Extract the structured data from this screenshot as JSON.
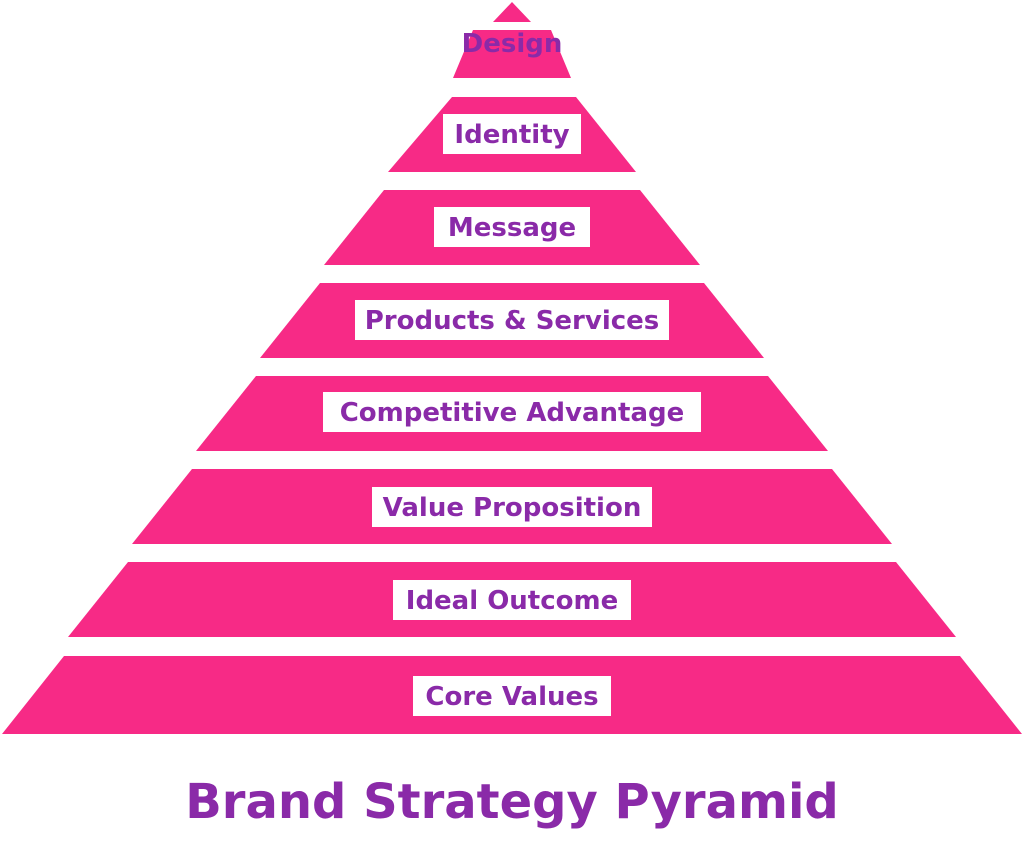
{
  "colors": {
    "tier_fill": "#f72a86",
    "label_box": "#ffffff",
    "label_text": "#8a2aa8",
    "title_text": "#8a2aa8",
    "background": "#ffffff"
  },
  "pyramid": {
    "tiers": [
      {
        "label": "Design"
      },
      {
        "label": "Identity"
      },
      {
        "label": "Message"
      },
      {
        "label": "Products & Services"
      },
      {
        "label": "Competitive Advantage"
      },
      {
        "label": "Value Proposition"
      },
      {
        "label": "Ideal Outcome"
      },
      {
        "label": "Core Values"
      }
    ]
  },
  "title": "Brand Strategy Pyramid"
}
